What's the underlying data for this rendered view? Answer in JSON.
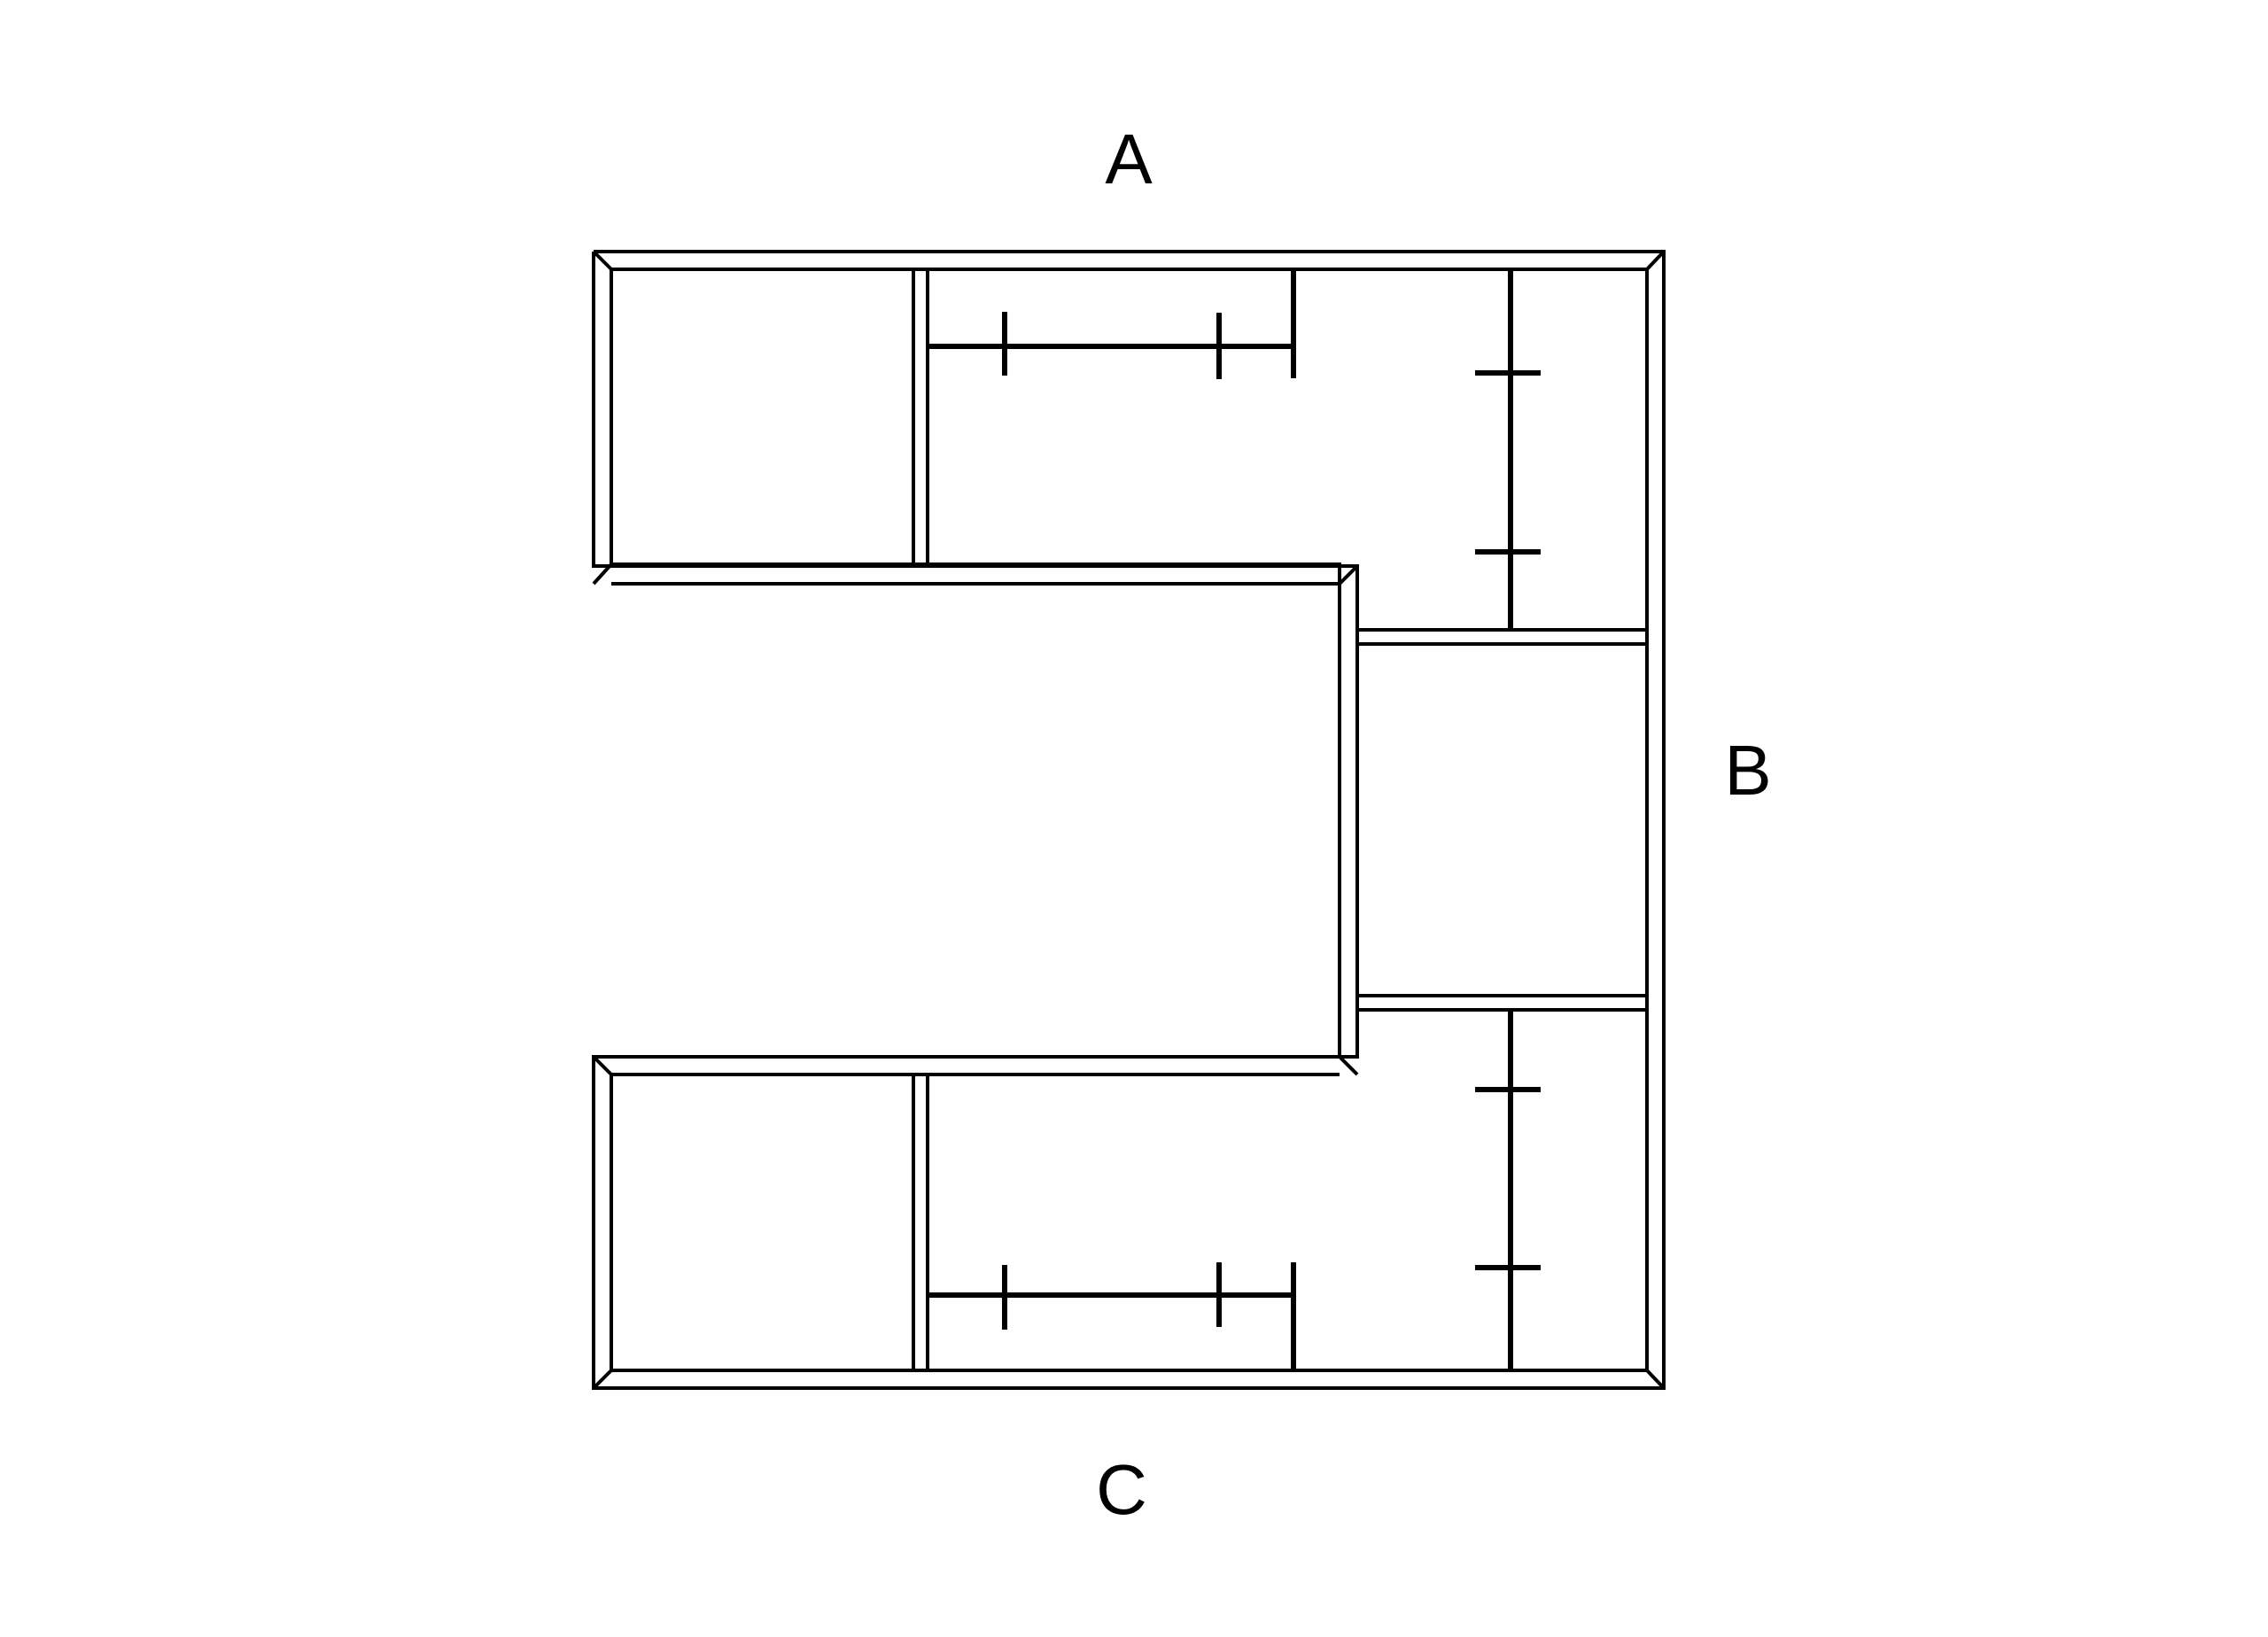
{
  "diagram": {
    "labels": {
      "a": "A",
      "b": "B",
      "c": "C"
    },
    "stroke_color": "#000000",
    "background_color": "#ffffff"
  }
}
